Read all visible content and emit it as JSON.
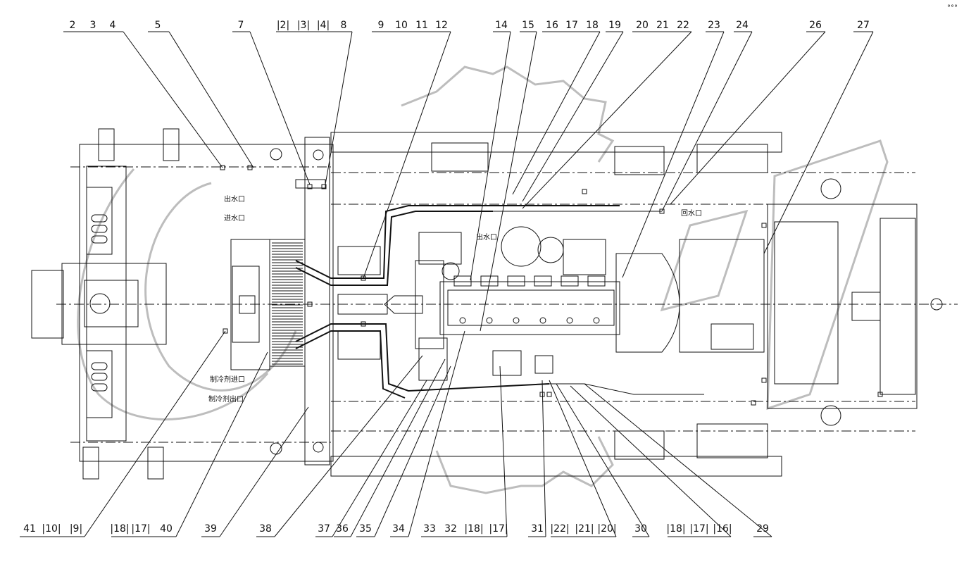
{
  "drawing": {
    "top_callouts": [
      {
        "group": "g1",
        "labels": [
          "2",
          "3",
          "4"
        ]
      },
      {
        "group": "g2",
        "labels": [
          "5"
        ]
      },
      {
        "group": "g3",
        "labels": [
          "7"
        ]
      },
      {
        "group": "g4",
        "labels": [
          "|2|",
          "|3|",
          "|4|",
          "8"
        ]
      },
      {
        "group": "g5",
        "labels": [
          "9",
          "10",
          "11",
          "12"
        ]
      },
      {
        "group": "g6",
        "labels": [
          "14"
        ]
      },
      {
        "group": "g7",
        "labels": [
          "15"
        ]
      },
      {
        "group": "g8",
        "labels": [
          "16",
          "17",
          "18"
        ]
      },
      {
        "group": "g9",
        "labels": [
          "19"
        ]
      },
      {
        "group": "g10",
        "labels": [
          "20",
          "21",
          "22"
        ]
      },
      {
        "group": "g11",
        "labels": [
          "23"
        ]
      },
      {
        "group": "g12",
        "labels": [
          "24"
        ]
      },
      {
        "group": "g13",
        "labels": [
          "26"
        ]
      },
      {
        "group": "g14",
        "labels": [
          "27"
        ]
      }
    ],
    "bottom_callouts": [
      {
        "group": "b1",
        "labels": [
          "41",
          "|10|",
          "|9|"
        ]
      },
      {
        "group": "b2",
        "labels": [
          "|18|",
          "|17|",
          "40"
        ]
      },
      {
        "group": "b3",
        "labels": [
          "39"
        ]
      },
      {
        "group": "b4",
        "labels": [
          "38"
        ]
      },
      {
        "group": "b5",
        "labels": [
          "37"
        ]
      },
      {
        "group": "b6",
        "labels": [
          "36"
        ]
      },
      {
        "group": "b7",
        "labels": [
          "35"
        ]
      },
      {
        "group": "b8",
        "labels": [
          "34"
        ]
      },
      {
        "group": "b9",
        "labels": [
          "33",
          "32",
          "|18|",
          "|17|"
        ]
      },
      {
        "group": "b10",
        "labels": [
          "31"
        ]
      },
      {
        "group": "b11",
        "labels": [
          "|22|",
          "|21|",
          "|20|"
        ]
      },
      {
        "group": "b12",
        "labels": [
          "30"
        ]
      },
      {
        "group": "b13",
        "labels": [
          "|18|",
          "|17|",
          "|16|"
        ]
      },
      {
        "group": "b14",
        "labels": [
          "29"
        ]
      }
    ],
    "inline_labels": {
      "water_out": "出水口",
      "water_in": "进水口",
      "refrigerant_in": "制冷剂进口",
      "refrigerant_out": "制冷剂出口",
      "engine_water_out": "出水口",
      "return_water": "回水口"
    },
    "corner_mark": "°°°"
  }
}
